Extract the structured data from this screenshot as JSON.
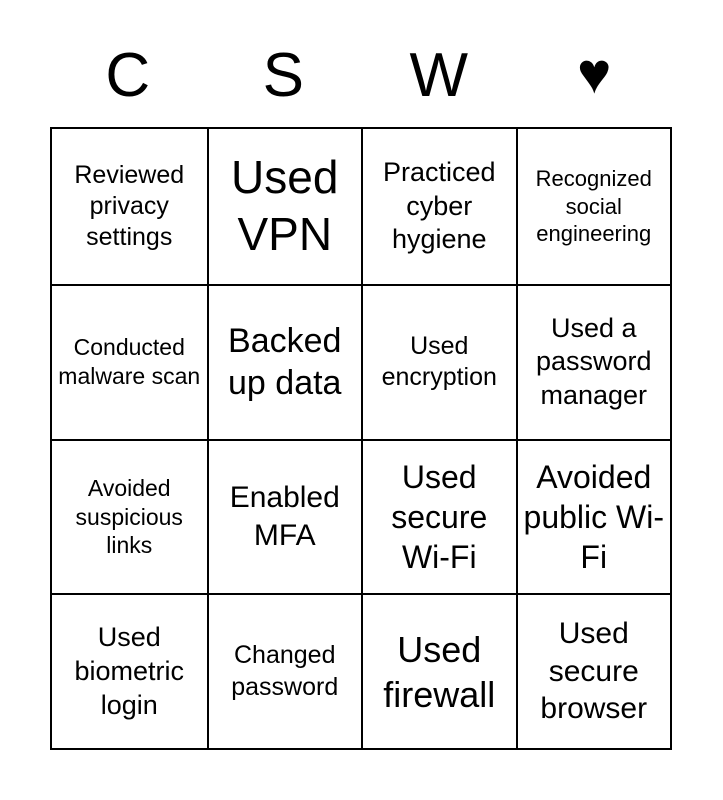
{
  "header": {
    "letters": [
      "C",
      "S",
      "W",
      "♥"
    ]
  },
  "grid": {
    "cells": [
      {
        "text": "Reviewed privacy settings"
      },
      {
        "text": "Used VPN"
      },
      {
        "text": "Practiced cyber hygiene"
      },
      {
        "text": "Recognized social engineering"
      },
      {
        "text": "Conducted malware scan"
      },
      {
        "text": "Backed up data"
      },
      {
        "text": "Used encryption"
      },
      {
        "text": "Used a password manager"
      },
      {
        "text": "Avoided suspicious links"
      },
      {
        "text": "Enabled MFA"
      },
      {
        "text": "Used secure Wi-Fi"
      },
      {
        "text": "Avoided public Wi-Fi"
      },
      {
        "text": "Used biometric login"
      },
      {
        "text": "Changed password"
      },
      {
        "text": "Used firewall"
      },
      {
        "text": "Used secure browser"
      }
    ]
  }
}
